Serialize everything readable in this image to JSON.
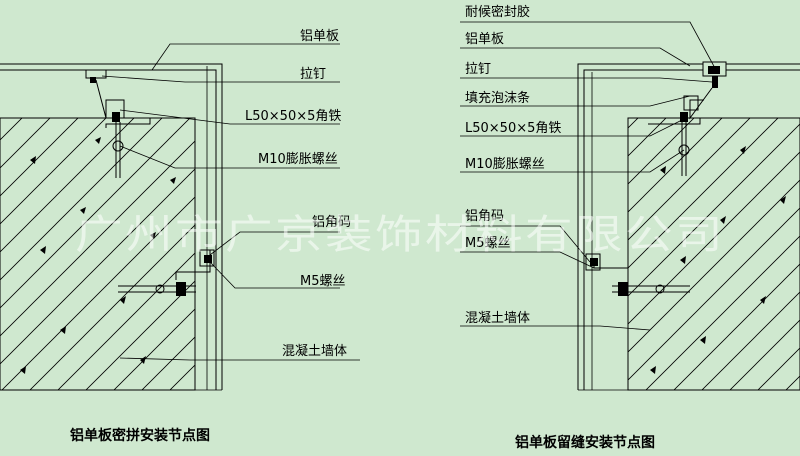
{
  "left": {
    "labels": {
      "panel": "铝单板",
      "rivet": "拉钉",
      "angle_iron": "L50×50×5角铁",
      "bolt": "M10膨胀螺丝",
      "corner_code": "铝角码",
      "screw": "M5螺丝",
      "wall": "混凝土墙体"
    },
    "caption": "铝单板密拼安装节点图"
  },
  "right": {
    "labels": {
      "sealant": "耐候密封胶",
      "panel": "铝单板",
      "rivet": "拉钉",
      "foam": "填充泡沫条",
      "angle_iron": "L50×50×5角铁",
      "bolt": "M10膨胀螺丝",
      "corner_code": "铝角码",
      "screw": "M5螺丝",
      "wall": "混凝土墙体"
    },
    "caption": "铝单板留缝安装节点图"
  },
  "watermark": "广州市广京装饰材料有限公司",
  "colors": {
    "background": "#cfe8cf",
    "line": "#000000"
  }
}
